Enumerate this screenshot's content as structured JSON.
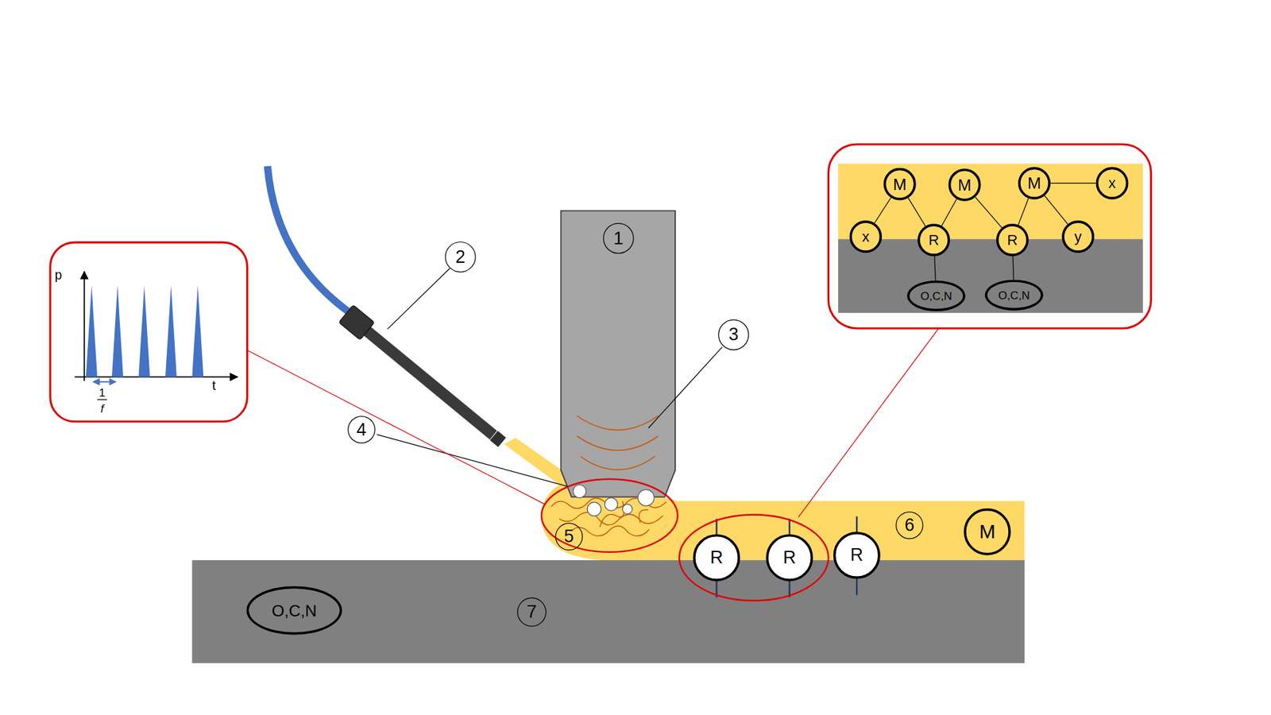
{
  "diagram": {
    "nodes": [
      {
        "text": [
          "1"
        ]
      },
      {
        "text": [
          "2"
        ]
      },
      {
        "text": [
          "3"
        ]
      },
      {
        "text": [
          "4"
        ]
      },
      {
        "text": [
          "5"
        ]
      },
      {
        "text": [
          "6"
        ]
      },
      {
        "text": [
          "7"
        ]
      },
      {
        "text": [
          "M"
        ]
      },
      {
        "text": [
          "R"
        ]
      },
      {
        "text": [
          "R"
        ]
      },
      {
        "text": [
          "R"
        ]
      },
      {
        "text": [
          "O,C,N"
        ]
      },
      {
        "text": [
          "M"
        ]
      },
      {
        "text": [
          "M"
        ]
      },
      {
        "text": [
          "M"
        ]
      },
      {
        "text": [
          "x"
        ]
      },
      {
        "text": [
          "x"
        ]
      },
      {
        "text": [
          "R"
        ]
      },
      {
        "text": [
          "R"
        ]
      },
      {
        "text": [
          "y"
        ]
      },
      {
        "text": [
          "O,C,N"
        ]
      },
      {
        "text": [
          "O,C,N"
        ]
      }
    ],
    "edges": [
      {
        "from": 12,
        "to": 16,
        "arrow": "none"
      },
      {
        "from": 12,
        "to": 17,
        "arrow": "none"
      },
      {
        "from": 13,
        "to": 17,
        "arrow": "none"
      },
      {
        "from": 13,
        "to": 18,
        "arrow": "none"
      },
      {
        "from": 14,
        "to": 18,
        "arrow": "none"
      },
      {
        "from": 14,
        "to": 19,
        "arrow": "none"
      },
      {
        "from": 14,
        "to": 15,
        "arrow": "none"
      },
      {
        "from": 17,
        "to": 20,
        "arrow": "none"
      },
      {
        "from": 18,
        "to": 21,
        "arrow": "none"
      }
    ],
    "labels": [
      "p",
      "t",
      "1",
      "f"
    ]
  }
}
